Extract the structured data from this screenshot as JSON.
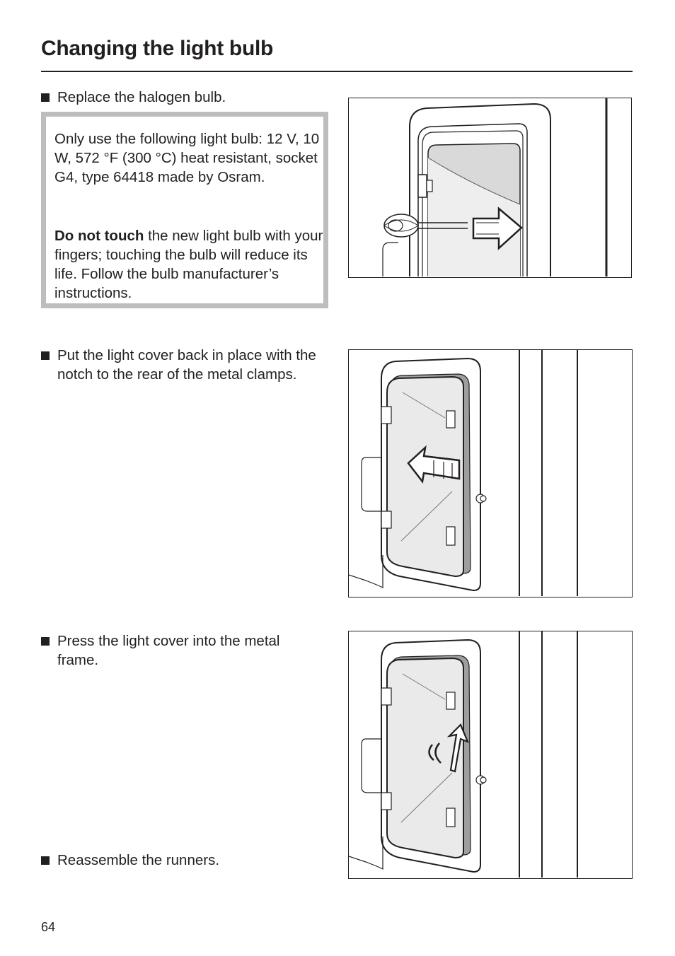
{
  "page": {
    "title": "Changing the light bulb",
    "page_number": "64"
  },
  "steps": [
    {
      "text": "Replace the halogen bulb."
    },
    {
      "text": "Put the light cover back in place with the notch to the rear of the metal clamps."
    },
    {
      "text": "Press the light cover into the metal frame."
    },
    {
      "text": "Reassemble the runners."
    }
  ],
  "note": {
    "paragraph1": "Only use the following light bulb: 12 V, 10 W, 572 °F (300 °C) heat resistant, socket G4, type 64418 made by Osram.",
    "paragraph2_bold": "Do not touch",
    "paragraph2_rest": " the new light bulb with your fingers; touching the bulb will reduce its life. Follow the bulb manufacturer’s instructions."
  },
  "figures": [
    {
      "icon": "insert-halogen-bulb-illustration"
    },
    {
      "icon": "position-light-cover-illustration"
    },
    {
      "icon": "press-light-cover-illustration"
    }
  ]
}
